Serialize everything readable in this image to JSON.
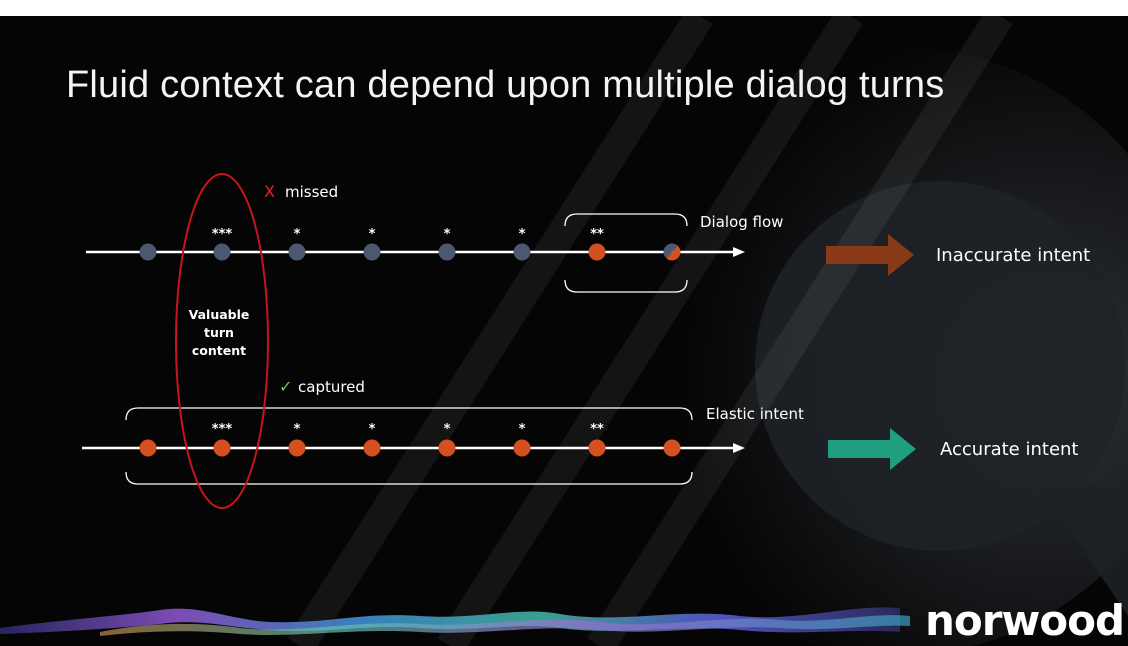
{
  "slide": {
    "title": "Fluid context can depend upon multiple dialog turns",
    "brand": "norwood"
  },
  "top_row": {
    "status_mark": "X",
    "status_label": "missed",
    "flow_label": "Dialog flow",
    "stars": [
      "***",
      "*",
      "*",
      "*",
      "*",
      "**"
    ],
    "result": "Inaccurate intent"
  },
  "bottom_row": {
    "status_mark": "✓",
    "status_label": "captured",
    "flow_label": "Elastic intent",
    "stars": [
      "***",
      "*",
      "*",
      "*",
      "*",
      "**"
    ],
    "result": "Accurate intent"
  },
  "highlight": {
    "line1": "Valuable",
    "line2": "turn",
    "line3": "content"
  },
  "colors": {
    "background": "#050505",
    "node_gray": "#4a5870",
    "node_orange": "#d4501e",
    "arrow_brown": "#8a3a16",
    "arrow_green": "#1f9e80",
    "ellipse_red": "#c8141e",
    "check_green": "#7dc24b"
  },
  "icons": {
    "inaccurate_arrow": "right-arrow-icon",
    "accurate_arrow": "right-arrow-icon"
  }
}
